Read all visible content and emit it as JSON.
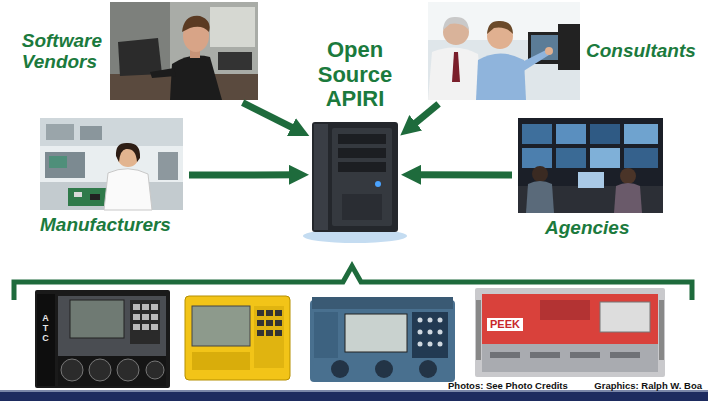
{
  "diagram": {
    "nodes": [
      {
        "text": [
          "Software Vendors"
        ]
      },
      {
        "text": [
          "Open Source APIRI"
        ]
      },
      {
        "text": [
          "Consultants"
        ]
      },
      {
        "text": [
          "Manufacturers"
        ]
      },
      {
        "text": [
          "Agencies"
        ]
      }
    ],
    "edges": [
      {
        "from": 0,
        "to": 1,
        "arrow": "to"
      },
      {
        "from": 2,
        "to": 1,
        "arrow": "to"
      },
      {
        "from": 3,
        "to": 1,
        "arrow": "to"
      },
      {
        "from": 4,
        "to": 1,
        "arrow": "to"
      }
    ],
    "labels": [
      "ATC",
      "PEEK",
      "Photos: See Photo Credits",
      "Graphics: Ralph W. Boa"
    ]
  }
}
